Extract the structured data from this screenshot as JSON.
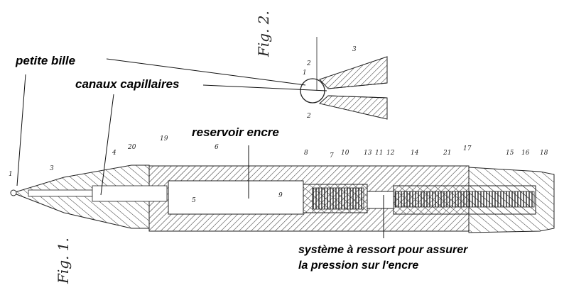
{
  "annotations": {
    "petite_bille": "petite bille",
    "canaux_capillaires": "canaux capillaires",
    "reservoir_encre": "reservoir encre",
    "systeme_ressort_line1": "système à ressort pour assurer",
    "systeme_ressort_line2": "la pression sur l'encre"
  },
  "figures": {
    "fig1": "Fig. 1.",
    "fig2": "Fig. 2."
  },
  "part_numbers": {
    "fig1": [
      "1",
      "3",
      "4",
      "20",
      "19",
      "6",
      "5",
      "9",
      "8",
      "7",
      "10",
      "13",
      "11",
      "12",
      "14",
      "21",
      "17",
      "15",
      "16",
      "18"
    ],
    "fig2": [
      "1",
      "2",
      "3",
      "2"
    ]
  },
  "colors": {
    "ink": "#000000",
    "hatch": "#333333",
    "paper": "#ffffff"
  }
}
